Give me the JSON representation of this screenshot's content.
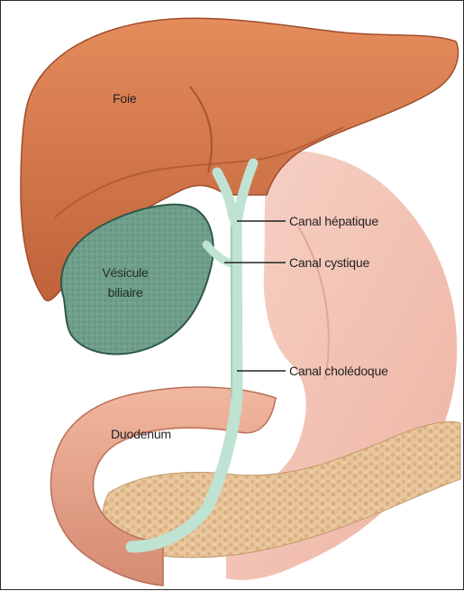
{
  "labels": {
    "foie": "Foie",
    "vesicule_line1": "Vésicule",
    "vesicule_line2": "biliaire",
    "duodenum": "Duodenum",
    "canal_hepatique": "Canal hépatique",
    "canal_cystique": "Canal cystique",
    "canal_choledoque": "Canal cholédoque"
  },
  "colors": {
    "liver": "#d9784a",
    "liver_shadow": "#b75a34",
    "gallbladder": "#6f9f8b",
    "bile_duct": "#bfe3d2",
    "stomach": "#f2c1b3",
    "duodenum": "#e8a88f",
    "pancreas": "#e8c69c",
    "leader_line": "#222222"
  }
}
